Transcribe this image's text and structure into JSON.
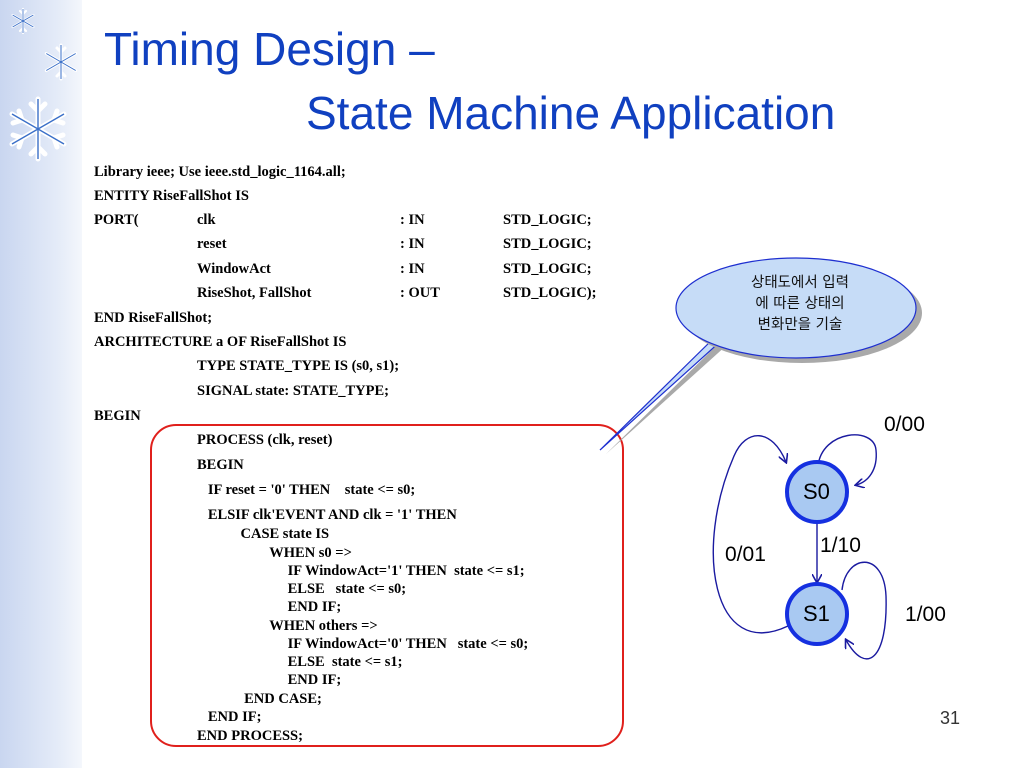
{
  "slide": {
    "title_line1": "Timing Design –",
    "title_line2": "State Machine Application",
    "page_number": "31"
  },
  "code": [
    {
      "c1": "Library ieee; Use ieee.std_logic_1164.all;"
    },
    {
      "c1": "ENTITY RiseFallShot IS"
    },
    {
      "c1": "PORT(",
      "c2": "clk",
      "c3": ": IN",
      "c4": "STD_LOGIC;"
    },
    {
      "c2": "reset",
      "c3": ": IN",
      "c4": "STD_LOGIC;"
    },
    {
      "c2": "WindowAct",
      "c3": ": IN",
      "c4": "STD_LOGIC;"
    },
    {
      "c2": "RiseShot, FallShot",
      "c3": ": OUT",
      "c4": "STD_LOGIC);"
    },
    {
      "c1": "END RiseFallShot;"
    },
    {
      "c1": "ARCHITECTURE a OF RiseFallShot IS"
    },
    {
      "c2": "TYPE STATE_TYPE IS (s0, s1);"
    },
    {
      "c2": "SIGNAL state: STATE_TYPE;"
    },
    {
      "c1": "BEGIN"
    },
    {
      "c2": "PROCESS (clk, reset)"
    },
    {
      "c2": "BEGIN"
    },
    {
      "c2": "   IF reset = '0' THEN    state <= s0;"
    },
    {
      "c2": "   ELSIF clk'EVENT AND clk = '1' THEN"
    },
    {
      "c2": "            CASE state IS"
    },
    {
      "c2": "                    WHEN s0 =>"
    },
    {
      "c2": "                         IF WindowAct='1' THEN  state <= s1;"
    },
    {
      "c2": "                         ELSE   state <= s0;"
    },
    {
      "c2": "                         END IF;"
    },
    {
      "c2": "                    WHEN others =>"
    },
    {
      "c2": "                         IF WindowAct='0' THEN   state <= s0;"
    },
    {
      "c2": "                         ELSE  state <= s1;"
    },
    {
      "c2": "                         END IF;"
    },
    {
      "c2": "             END CASE;"
    },
    {
      "c2": "   END IF;"
    },
    {
      "c2": "END PROCESS;"
    }
  ],
  "callout": {
    "line1": "상태도에서 입력",
    "line2": "에 따른 상태의",
    "line3": "변화만을 기술"
  },
  "diagram": {
    "state_s0": "S0",
    "state_s1": "S1",
    "t_s0_self": "0/00",
    "t_s0_to_s1": "1/10",
    "t_s1_to_s0": "0/01",
    "t_s1_self": "1/00"
  },
  "colors": {
    "title": "#1040c0",
    "sidebar": "#c9d6f0",
    "highlight_border": "#e0201c",
    "state_fill": "#a9c9f2",
    "state_border": "#1530e0",
    "arrow": "#1a1aa0",
    "callout_fill": "#c6dcf7"
  },
  "icons": [
    "snowflake-icon",
    "snowflake-icon",
    "snowflake-icon"
  ]
}
